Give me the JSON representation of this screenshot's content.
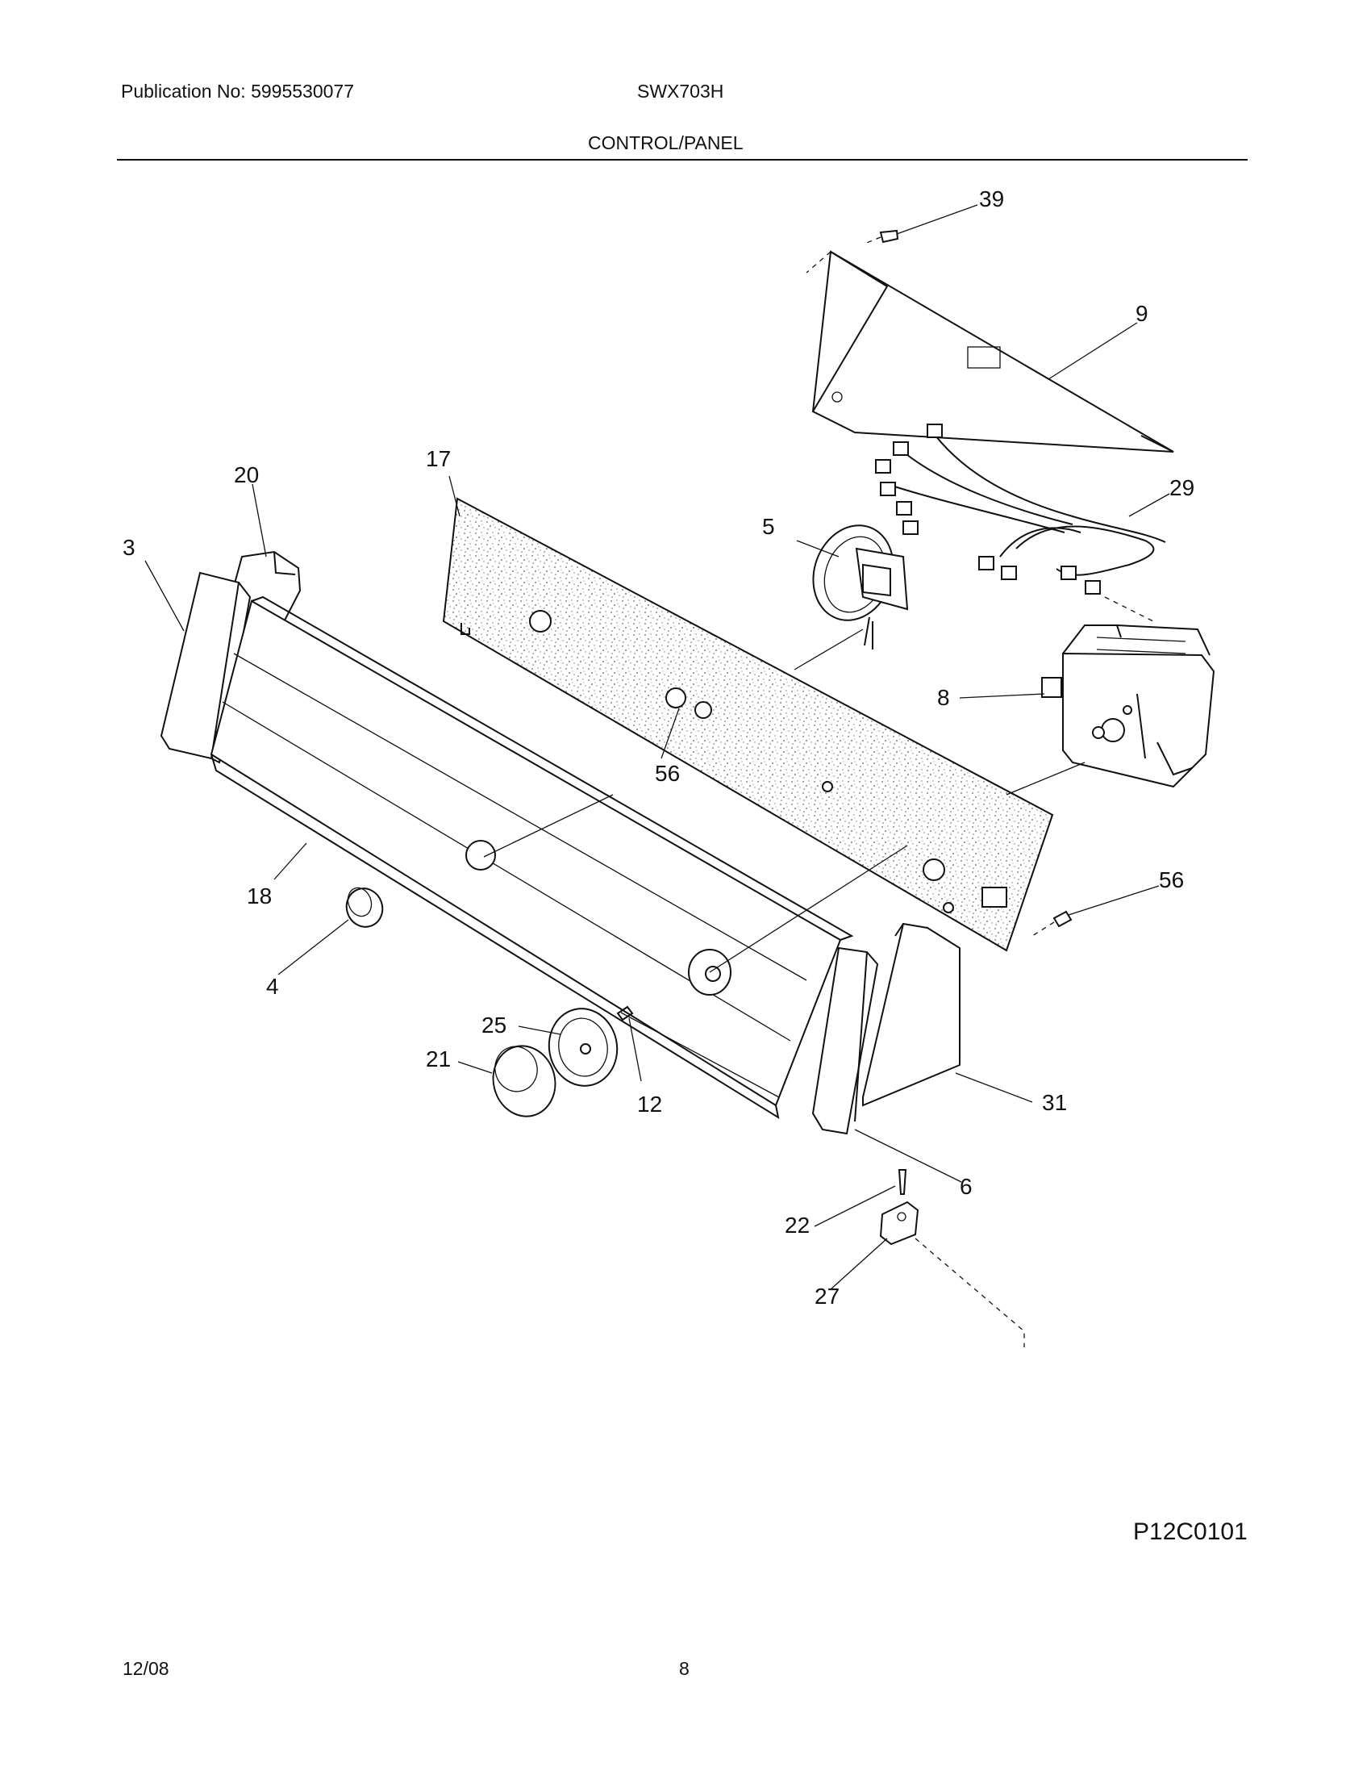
{
  "header": {
    "publication": "Publication No: 5995530077",
    "model": "SWX703H",
    "section_title": "CONTROL/PANEL"
  },
  "diagram": {
    "callouts": [
      "39",
      "9",
      "29",
      "17",
      "20",
      "3",
      "5",
      "8",
      "56",
      "56",
      "18",
      "4",
      "25",
      "21",
      "12",
      "31",
      "6",
      "22",
      "27"
    ],
    "drawing_code": "P12C0101"
  },
  "footer": {
    "date": "12/08",
    "page": "8"
  }
}
